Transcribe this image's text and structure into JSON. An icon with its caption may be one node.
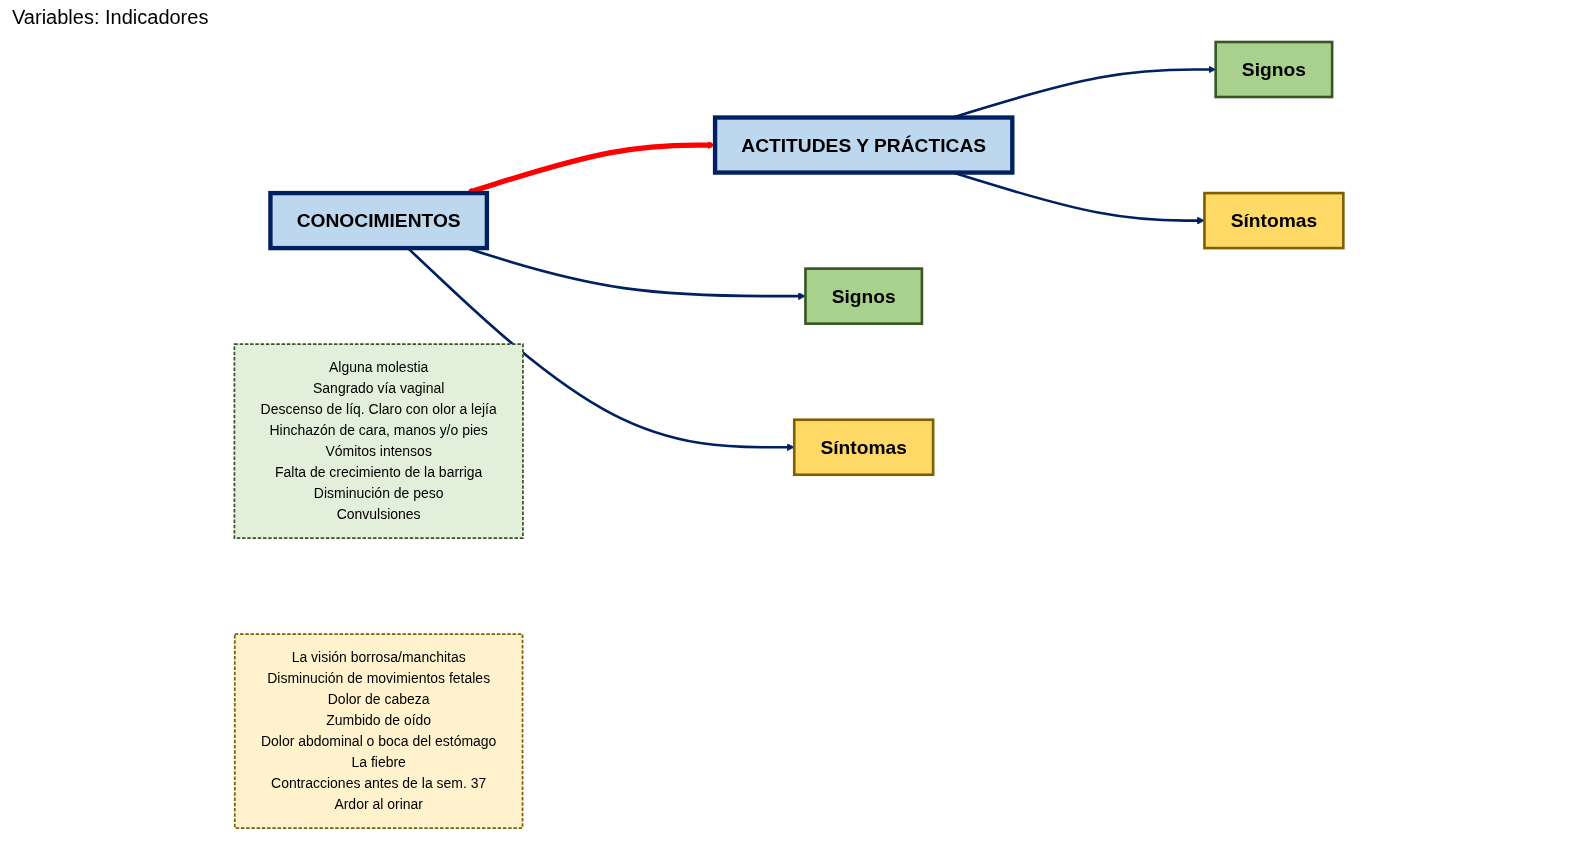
{
  "diagram": {
    "title": "Variables: Indicadores",
    "nodes": [
      {
        "text": [
          "CONOCIMIENTOS"
        ]
      },
      {
        "text": [
          "ACTITUDES Y PRÁCTICAS"
        ]
      },
      {
        "text": [
          "Signos"
        ]
      },
      {
        "text": [
          "Alguna molestia",
          "Sangrado vía vaginal",
          "Descenso de líq. Claro con olor a lejía",
          "Hinchazón de cara, manos y/o pies",
          "Vómitos intensos",
          "Falta de crecimiento de la barriga",
          "Disminución de peso",
          "Convulsiones"
        ]
      },
      {
        "text": [
          "Signos"
        ]
      },
      {
        "text": [
          "Síntomas"
        ]
      },
      {
        "text": [
          "La visión borrosa/manchitas",
          "Disminución de movimientos fetales",
          "Dolor de cabeza",
          "Zumbido de oído",
          "Dolor abdominal o boca del estómago",
          "La fiebre",
          "Contracciones antes de la sem. 37",
          "Ardor al orinar"
        ]
      },
      {
        "text": [
          "Síntomas"
        ]
      }
    ],
    "edges": [
      {
        "from": 0,
        "to": 1,
        "arrow": "both",
        "style": "thick",
        "color": "#ff0000"
      },
      {
        "from": 0,
        "to": 2,
        "arrow": "to"
      },
      {
        "from": 0,
        "to": 5,
        "arrow": "to"
      },
      {
        "from": 1,
        "to": 4,
        "arrow": "to"
      },
      {
        "from": 1,
        "to": 7,
        "arrow": "to"
      }
    ]
  }
}
